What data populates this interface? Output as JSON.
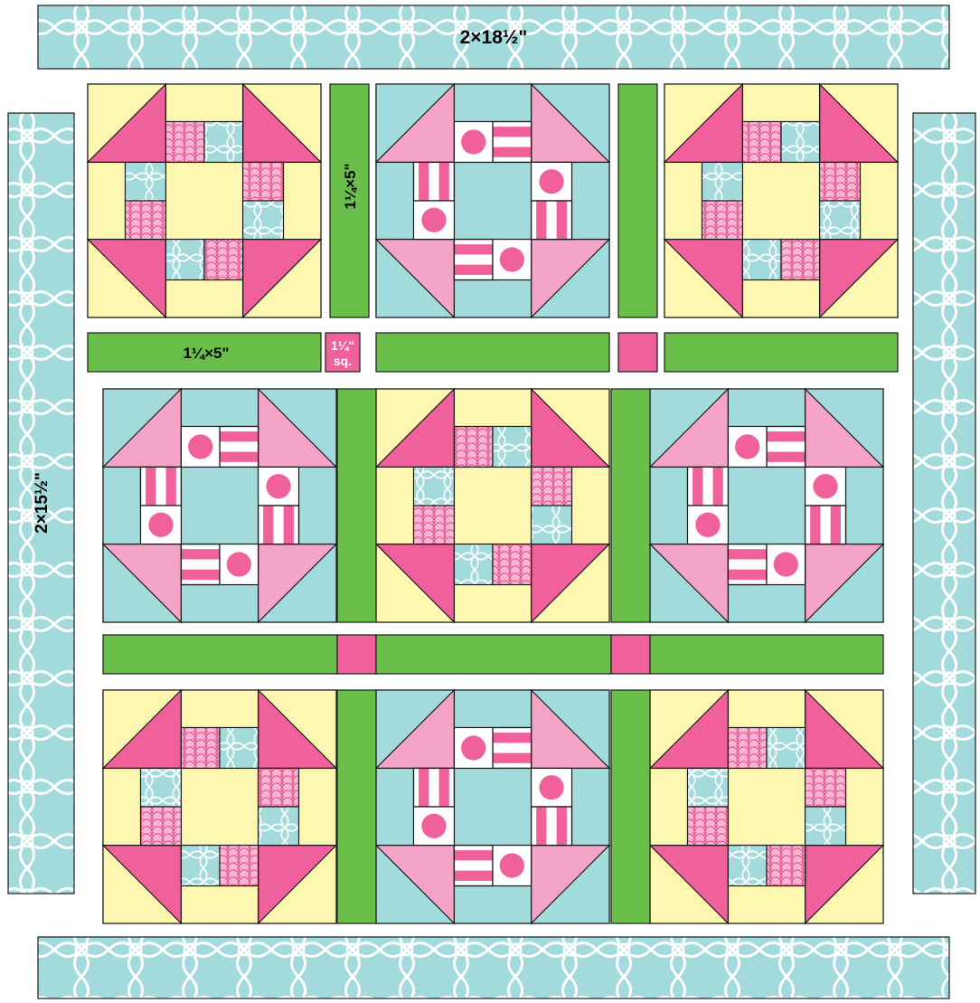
{
  "labels": {
    "top_border": "2×18½\"",
    "side_border": "2×15½\"",
    "sashing_vertical": "1¼×5\"",
    "sashing_horizontal": "1¼×5\"",
    "cornerstone_line1": "1¼\"",
    "cornerstone_line2": "sq."
  },
  "colors": {
    "border_aqua": "#a3dadc",
    "block_yellow": "#fdf7b1",
    "hot_pink": "#f0609b",
    "light_pink": "#f4a4c7",
    "sashing_green": "#6abf4b",
    "outline": "#1a1a1a",
    "white": "#ffffff"
  },
  "blocks": [
    {
      "style": "yellow"
    },
    {
      "style": "aqua"
    },
    {
      "style": "yellow"
    },
    {
      "style": "aqua"
    },
    {
      "style": "yellow"
    },
    {
      "style": "aqua"
    },
    {
      "style": "yellow"
    },
    {
      "style": "aqua"
    },
    {
      "style": "yellow"
    }
  ]
}
